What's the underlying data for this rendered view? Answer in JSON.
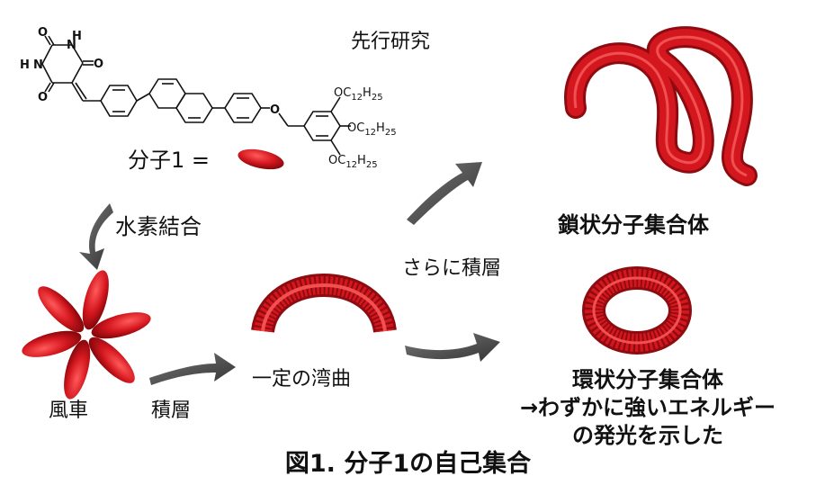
{
  "labels": {
    "prior_research": "先行研究",
    "molecule": "分子1 =",
    "hydrogen_bond": "水素結合",
    "further_stacking": "さらに積層",
    "chain_aggregate": "鎖状分子集合体",
    "ring_aggregate_1": "環状分子集合体",
    "ring_aggregate_2": "→わずかに強いエネルギー",
    "ring_aggregate_3": "の発光を示した",
    "pinwheel": "風車",
    "stacking": "積層",
    "constant_bend": "一定の湾曲",
    "caption": "図1. 分子1の自己集合"
  },
  "chem": {
    "N1": "N",
    "H1": "H",
    "N2": "N",
    "H2": "H",
    "O_top": "O",
    "O_right": "O",
    "O_bottom": "O",
    "O_ether": "O",
    "oc_1": "OC",
    "oc_1_n": "12",
    "oc_1_h": "H",
    "oc_1_m": "25",
    "oc_2": "OC",
    "oc_2_n": "12",
    "oc_2_h": "H",
    "oc_2_m": "25",
    "oc_3": "OC",
    "oc_3_n": "12",
    "oc_3_h": "H",
    "oc_3_m": "25"
  },
  "colors": {
    "red": "#d4171f",
    "dark_red": "#8e0b10",
    "arrow": "#4a4a4a"
  }
}
